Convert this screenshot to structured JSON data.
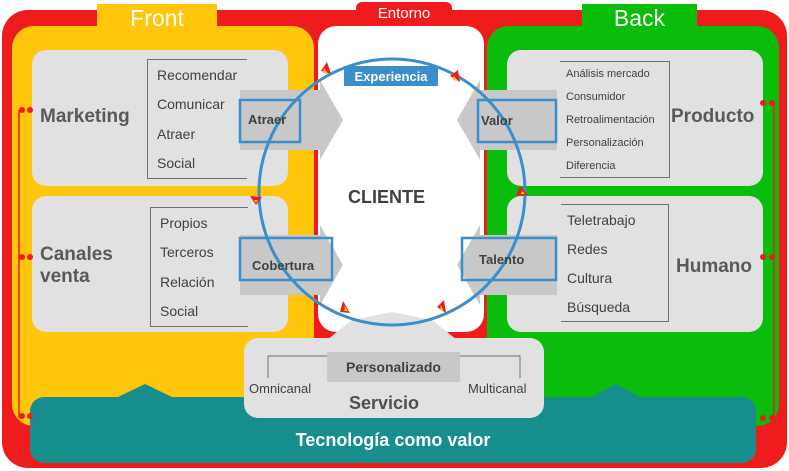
{
  "tabs": {
    "front": "Front",
    "entorno": "Entorno",
    "back": "Back"
  },
  "marketing": {
    "title": "Marketing",
    "items": [
      "Recomendar",
      "Comunicar",
      "Atraer",
      "Social"
    ]
  },
  "canales": {
    "title_line1": "Canales",
    "title_line2": "venta",
    "items": [
      "Propios",
      "Terceros",
      "Relación",
      "Social"
    ]
  },
  "producto": {
    "title": "Producto",
    "items": [
      "Análisis mercado",
      "Consumidor",
      "Retroalimentación",
      "Personalización",
      "Diferencia"
    ]
  },
  "humano": {
    "title": "Humano",
    "items": [
      "Teletrabajo",
      "Redes",
      "Cultura",
      "Búsqueda"
    ]
  },
  "arrows": {
    "atraer": "Atraer",
    "cobertura": "Cobertura",
    "valor": "Valor",
    "talento": "Talento"
  },
  "center": {
    "cliente": "CLIENTE",
    "experiencia": "Experiencia"
  },
  "servicio": {
    "title": "Servicio",
    "personalizado": "Personalizado",
    "omnicanal": "Omnicanal",
    "multicanal": "Multicanal"
  },
  "footer": {
    "tecnologia": "Tecnología como valor"
  },
  "colors": {
    "red": "#ee1c1c",
    "yellow": "#ffc60b",
    "green": "#0bbd0b",
    "teal": "#168e8e",
    "blue": "#3a8fcb",
    "grey": "#e1e1e1"
  }
}
